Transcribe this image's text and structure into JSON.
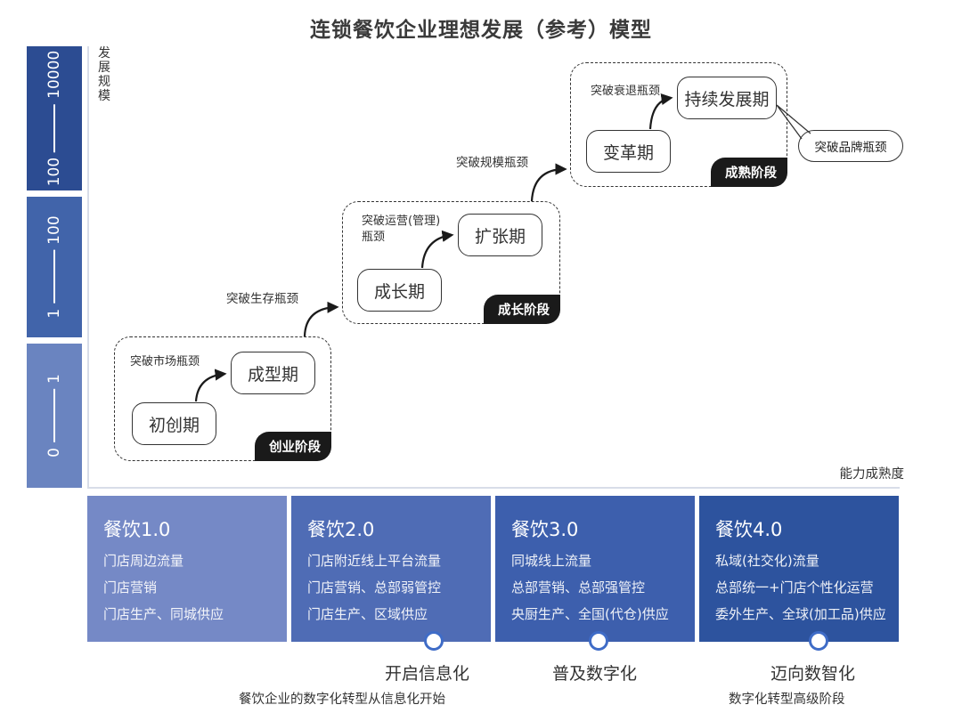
{
  "title": "连锁餐饮企业理想发展（参考）模型",
  "axis": {
    "y_label": "发展规模",
    "x_label": "能力成熟度"
  },
  "scale": [
    {
      "from": "100",
      "to": "10000"
    },
    {
      "from": "1",
      "to": "100"
    },
    {
      "from": "0",
      "to": "1"
    }
  ],
  "stages": {
    "startup": {
      "tag": "创业阶段",
      "note": "突破市场瓶颈",
      "phase_a": "初创期",
      "phase_b": "成型期"
    },
    "growth": {
      "tag": "成长阶段",
      "note_line1": "突破运营(管理)",
      "note_line2": "瓶颈",
      "phase_a": "成长期",
      "phase_b": "扩张期"
    },
    "mature": {
      "tag": "成熟阶段",
      "note": "突破衰退瓶颈",
      "phase_a": "变革期",
      "phase_b": "持续发展期"
    }
  },
  "transitions": {
    "survival": "突破生存瓶颈",
    "scale": "突破规模瓶颈",
    "brand": "突破品牌瓶颈"
  },
  "eras": [
    {
      "title": "餐饮1.0",
      "lines": [
        "门店周边流量",
        "门店营销",
        "门店生产、同城供应"
      ]
    },
    {
      "title": "餐饮2.0",
      "lines": [
        "门店附近线上平台流量",
        "门店营销、总部弱管控",
        "门店生产、区域供应"
      ]
    },
    {
      "title": "餐饮3.0",
      "lines": [
        "同城线上流量",
        "总部营销、总部强管控",
        "央厨生产、全国(代仓)供应"
      ]
    },
    {
      "title": "餐饮4.0",
      "lines": [
        "私域(社交化)流量",
        "总部统一+门店个性化运营",
        "委外生产、全球(加工品)供应"
      ]
    }
  ],
  "milestones": [
    {
      "label": "开启信息化",
      "sub": "餐饮企业的数字化转型从信息化开始"
    },
    {
      "label": "普及数字化",
      "sub": ""
    },
    {
      "label": "迈向数智化",
      "sub": "数字化转型高级阶段"
    }
  ],
  "colors": {
    "scale_top": "#2c4c92",
    "scale_mid": "#4164aa",
    "scale_bottom": "#6a84c0",
    "era1": "#7589c6",
    "era2": "#4f6cb5",
    "era3": "#3d5fad",
    "era4": "#2d539e",
    "tag": "#1a1a1a",
    "dot_ring": "#3f6cc7"
  }
}
